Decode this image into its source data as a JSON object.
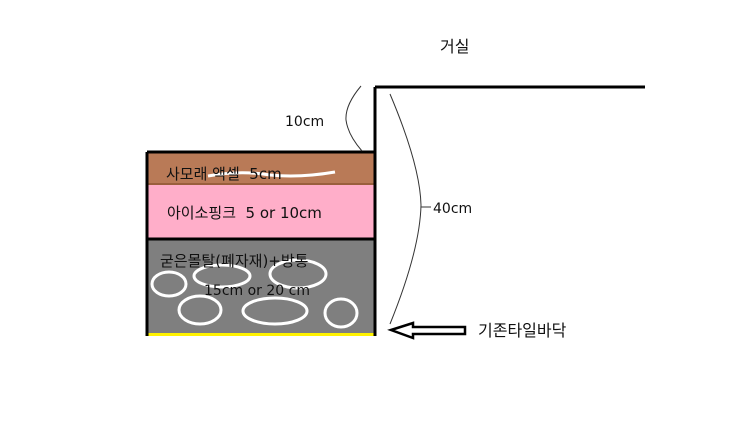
{
  "labels": {
    "room": "거실",
    "step_height": "10cm",
    "total_height": "40cm",
    "existing_floor": "기존타일바닥"
  },
  "layers": [
    {
      "name": "사모래 액셀  5cm",
      "color": "#b97a57"
    },
    {
      "name": "아이소핑크  5 or 10cm",
      "color": "#ffaec9"
    },
    {
      "name": "굳은몰탈(폐자재)+방통",
      "thickness": "15cm or 20 cm",
      "color": "#7f7f7f"
    }
  ],
  "colors": {
    "base_line": "#fff200",
    "outline": "#000000"
  }
}
